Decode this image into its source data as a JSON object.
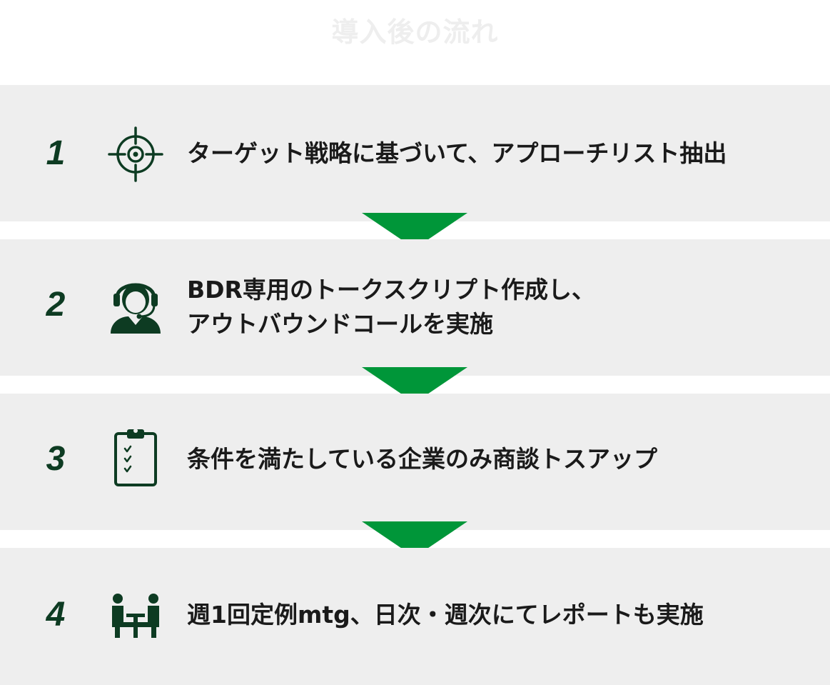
{
  "title": "導入後の流れ",
  "colors": {
    "panel_bg": "#eeeeee",
    "arrow": "#009639",
    "icon": "#0d3b22",
    "number": "#0d3b22",
    "title": "#eeeeee"
  },
  "steps": [
    {
      "number": "1",
      "icon": "target-icon",
      "lines": [
        "ターゲット戦略に基づいて、アプローチリスト抽出"
      ]
    },
    {
      "number": "2",
      "icon": "operator-headset-icon",
      "lines": [
        "BDR専用のトークスクリプト作成し、",
        "アウトバウンドコールを実施"
      ]
    },
    {
      "number": "3",
      "icon": "clipboard-checklist-icon",
      "lines": [
        "条件を満たしている企業のみ商談トスアップ"
      ]
    },
    {
      "number": "4",
      "icon": "meeting-icon",
      "lines": [
        "週1回定例mtg、日次・週次にてレポートも実施"
      ]
    }
  ]
}
